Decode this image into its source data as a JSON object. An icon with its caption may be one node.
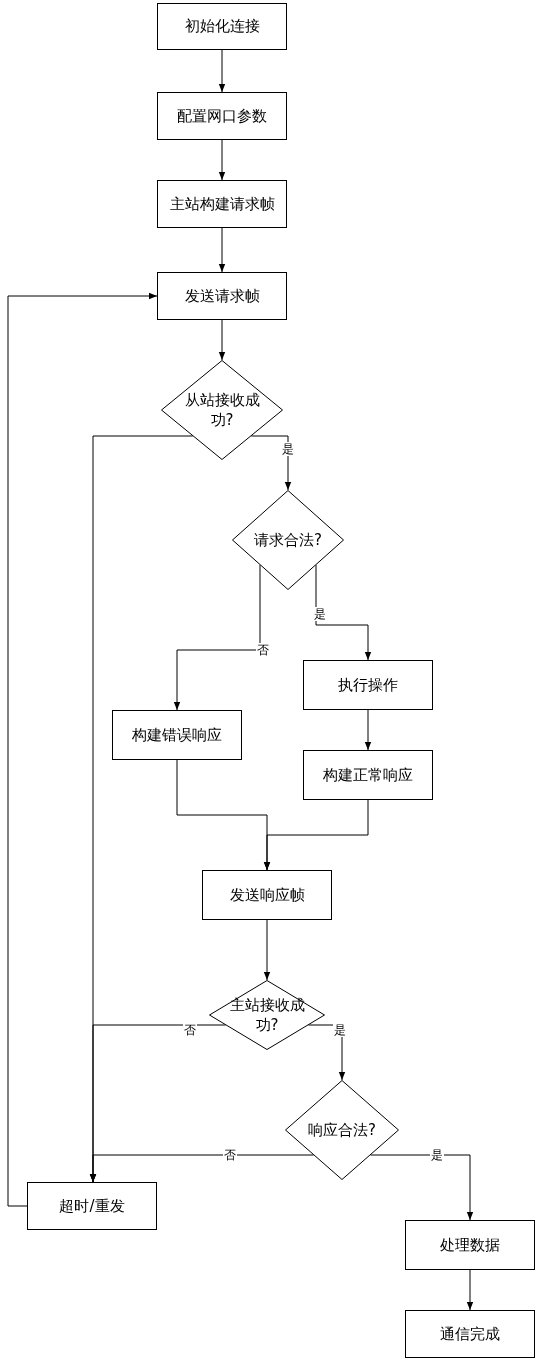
{
  "diagram": {
    "nodes": [
      {
        "text": [
          "初始化连接"
        ]
      },
      {
        "text": [
          "配置网口参数"
        ]
      },
      {
        "text": [
          "主站构建请求帧"
        ]
      },
      {
        "text": [
          "发送请求帧"
        ]
      },
      {
        "text": [
          "从站接收成功?"
        ]
      },
      {
        "text": [
          "请求合法?"
        ]
      },
      {
        "text": [
          "执行操作"
        ]
      },
      {
        "text": [
          "构建错误响应"
        ]
      },
      {
        "text": [
          "构建正常响应"
        ]
      },
      {
        "text": [
          "发送响应帧"
        ]
      },
      {
        "text": [
          "主站接收成功?"
        ]
      },
      {
        "text": [
          "响应合法?"
        ]
      },
      {
        "text": [
          "超时/重发"
        ]
      },
      {
        "text": [
          "处理数据"
        ]
      },
      {
        "text": [
          "通信完成"
        ]
      }
    ],
    "edges": [
      {
        "from": 0,
        "to": 1,
        "arrow": "to"
      },
      {
        "from": 1,
        "to": 2,
        "arrow": "to"
      },
      {
        "from": 2,
        "to": 3,
        "arrow": "to"
      },
      {
        "from": 3,
        "to": 4,
        "arrow": "to"
      },
      {
        "from": 4,
        "to": 5,
        "arrow": "to",
        "label": "是"
      },
      {
        "from": 4,
        "to": 12,
        "arrow": "to"
      },
      {
        "from": 5,
        "to": 7,
        "arrow": "to",
        "label": "否"
      },
      {
        "from": 5,
        "to": 6,
        "arrow": "to",
        "label": "是"
      },
      {
        "from": 6,
        "to": 8,
        "arrow": "to"
      },
      {
        "from": 7,
        "to": 9,
        "arrow": "to"
      },
      {
        "from": 8,
        "to": 9,
        "arrow": "to"
      },
      {
        "from": 9,
        "to": 10,
        "arrow": "to"
      },
      {
        "from": 10,
        "to": 12,
        "arrow": "to",
        "label": "否"
      },
      {
        "from": 10,
        "to": 11,
        "arrow": "to",
        "label": "是"
      },
      {
        "from": 11,
        "to": 12,
        "arrow": "to",
        "label": "否"
      },
      {
        "from": 11,
        "to": 13,
        "arrow": "to",
        "label": "是"
      },
      {
        "from": 13,
        "to": 14,
        "arrow": "to"
      },
      {
        "from": 12,
        "to": 3,
        "arrow": "to"
      }
    ]
  }
}
